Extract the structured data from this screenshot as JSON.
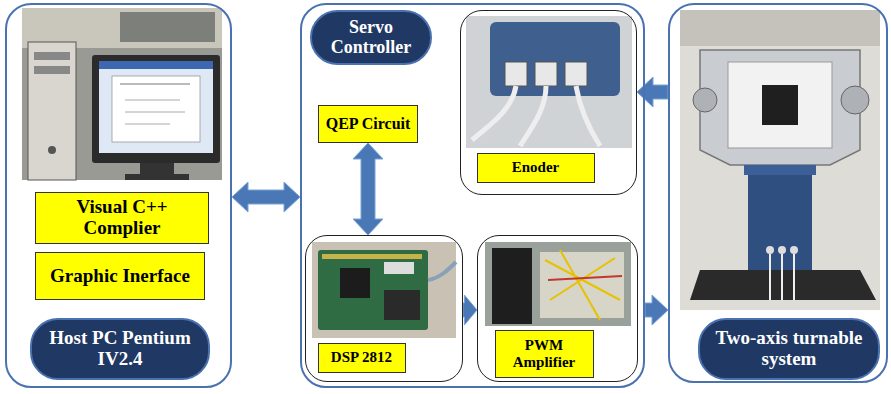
{
  "diagram": {
    "nodes": [
      {
        "text": []
      },
      {
        "text": [
          "Visual C++ Complier"
        ],
        "in": 0
      },
      {
        "text": [
          "Graphic Inerface"
        ],
        "in": 0
      },
      {
        "text": [
          "Host PC Pentium IV2.4"
        ],
        "in": 0
      },
      {
        "text": []
      },
      {
        "text": [
          "Servo Controller"
        ],
        "in": 4
      },
      {
        "text": [
          "QEP Circuit"
        ],
        "in": 4
      },
      {
        "text": [],
        "in": 4
      },
      {
        "text": [
          "Enoder"
        ],
        "in": 7
      },
      {
        "text": [],
        "in": 4
      },
      {
        "text": [
          "DSP 2812"
        ],
        "in": 9
      },
      {
        "text": [],
        "in": 4
      },
      {
        "text": [
          "PWM Amplifier"
        ],
        "in": 11
      },
      {
        "text": []
      },
      {
        "text": [
          "Two-axis turnable system"
        ],
        "in": 13
      }
    ],
    "edges": [
      {
        "from": 0,
        "to": 4,
        "arrow": "both"
      },
      {
        "from": 6,
        "to": 9,
        "arrow": "both"
      },
      {
        "from": 9,
        "to": 11,
        "arrow": "to"
      },
      {
        "from": 4,
        "to": 13,
        "arrow": "to"
      },
      {
        "from": 13,
        "to": 7,
        "arrow": "to"
      }
    ]
  }
}
